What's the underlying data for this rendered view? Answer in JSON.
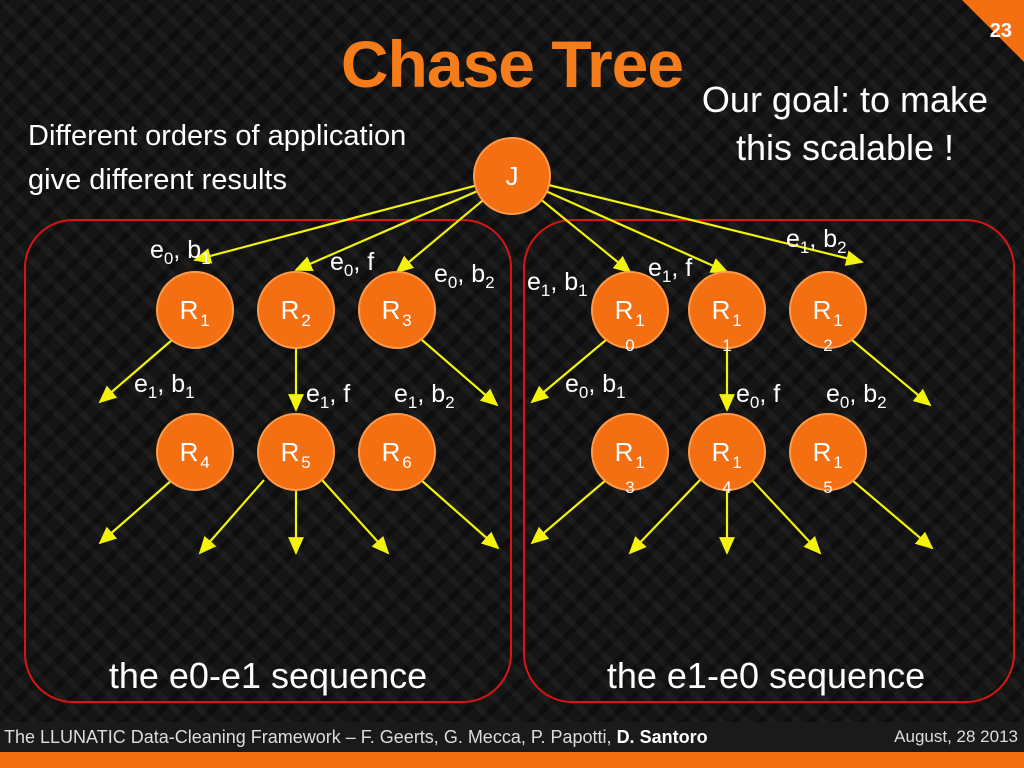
{
  "slide": {
    "number": "23",
    "title": "Chase Tree",
    "subtitle_lines": [
      "Different orders of application",
      "give different results"
    ],
    "goal_lines": [
      "Our goal: to make",
      "this scalable !"
    ],
    "footer_text": "The LLUNATIC Data-Cleaning Framework – F. Geerts, G. Mecca, P. Papotti, ",
    "footer_author": "D. Santoro",
    "footer_date": "August, 28 2013"
  },
  "diagram": {
    "colors": {
      "node": "#f36f12",
      "node_stroke": "#ff9a4a",
      "edge": "#f2f20a",
      "group": "#d81414",
      "text": "#ffffff"
    },
    "root": {
      "label": "J"
    },
    "nodes": [
      {
        "id": "R1",
        "label": "R",
        "sub": "1"
      },
      {
        "id": "R2",
        "label": "R",
        "sub": "2"
      },
      {
        "id": "R3",
        "label": "R",
        "sub": "3"
      },
      {
        "id": "R10",
        "label": "R",
        "sub": "1",
        "below": "0"
      },
      {
        "id": "R11",
        "label": "R",
        "sub": "1",
        "below": "1"
      },
      {
        "id": "R12",
        "label": "R",
        "sub": "1",
        "below": "2"
      },
      {
        "id": "R4",
        "label": "R",
        "sub": "4"
      },
      {
        "id": "R5",
        "label": "R",
        "sub": "5"
      },
      {
        "id": "R6",
        "label": "R",
        "sub": "6"
      },
      {
        "id": "R13",
        "label": "R",
        "sub": "1",
        "below": "3"
      },
      {
        "id": "R14",
        "label": "R",
        "sub": "1",
        "below": "4"
      },
      {
        "id": "R15",
        "label": "R",
        "sub": "1",
        "below": "5"
      }
    ],
    "edge_labels": [
      {
        "main": "e",
        "sub": "0",
        "rest": ", b",
        "sub2": "1"
      },
      {
        "main": "e",
        "sub": "0",
        "rest": ", f",
        "sub2": ""
      },
      {
        "main": "e",
        "sub": "0",
        "rest": ", b",
        "sub2": "2"
      },
      {
        "main": "e",
        "sub": "1",
        "rest": ", b",
        "sub2": "1"
      },
      {
        "main": "e",
        "sub": "1",
        "rest": ", f",
        "sub2": ""
      },
      {
        "main": "e",
        "sub": "1",
        "rest": ", b",
        "sub2": "2"
      },
      {
        "main": "e",
        "sub": "1",
        "rest": ", b",
        "sub2": "1"
      },
      {
        "main": "e",
        "sub": "1",
        "rest": ", f",
        "sub2": ""
      },
      {
        "main": "e",
        "sub": "1",
        "rest": ", b",
        "sub2": "2"
      },
      {
        "main": "e",
        "sub": "0",
        "rest": ", b",
        "sub2": "1"
      },
      {
        "main": "e",
        "sub": "0",
        "rest": ", f",
        "sub2": ""
      },
      {
        "main": "e",
        "sub": "0",
        "rest": ", b",
        "sub2": "2"
      }
    ],
    "groups": [
      {
        "label": "the e0-e1 sequence"
      },
      {
        "label": "the e1-e0 sequence"
      }
    ]
  }
}
